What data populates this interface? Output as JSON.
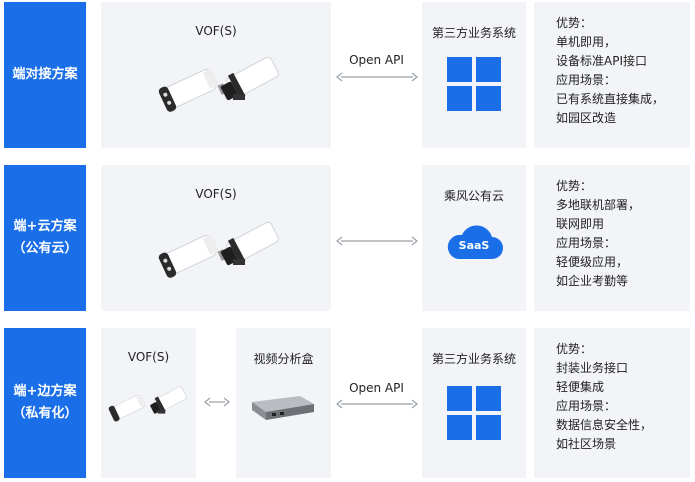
{
  "rows": [
    {
      "label": [
        "端对接方案"
      ],
      "device_title": "VOF(S)",
      "connector": "Open API",
      "target_title": "第三方业务系统",
      "adv_lines": [
        "优势：",
        "单机即用，",
        "设备标准API接口",
        "应用场景：",
        "已有系统直接集成，",
        "如园区改造"
      ]
    },
    {
      "label": [
        "端+云方案",
        "（公有云）"
      ],
      "device_title": "VOF(S)",
      "connector": "",
      "target_title": "乘风公有云",
      "cloud_text": "SaaS",
      "adv_lines": [
        "优势：",
        "多地联机部署，",
        "联网即用",
        "应用场景：",
        "轻便级应用，",
        "如企业考勤等"
      ]
    },
    {
      "label": [
        "端+边方案",
        "（私有化）"
      ],
      "device_title": "VOF(S)",
      "box_title": "视频分析盒",
      "connector": "Open API",
      "target_title": "第三方业务系统",
      "adv_lines": [
        "优势：",
        "封装业务接口",
        "轻便集成",
        "应用场景：",
        "数据信息安全性，",
        "如社区场景"
      ]
    }
  ],
  "colors": {
    "label_bg": "#1a6fe8",
    "panel_bg": "#f2f4f7",
    "win_blue": "#1a6fe8",
    "arrow": "#9aa0a8"
  }
}
